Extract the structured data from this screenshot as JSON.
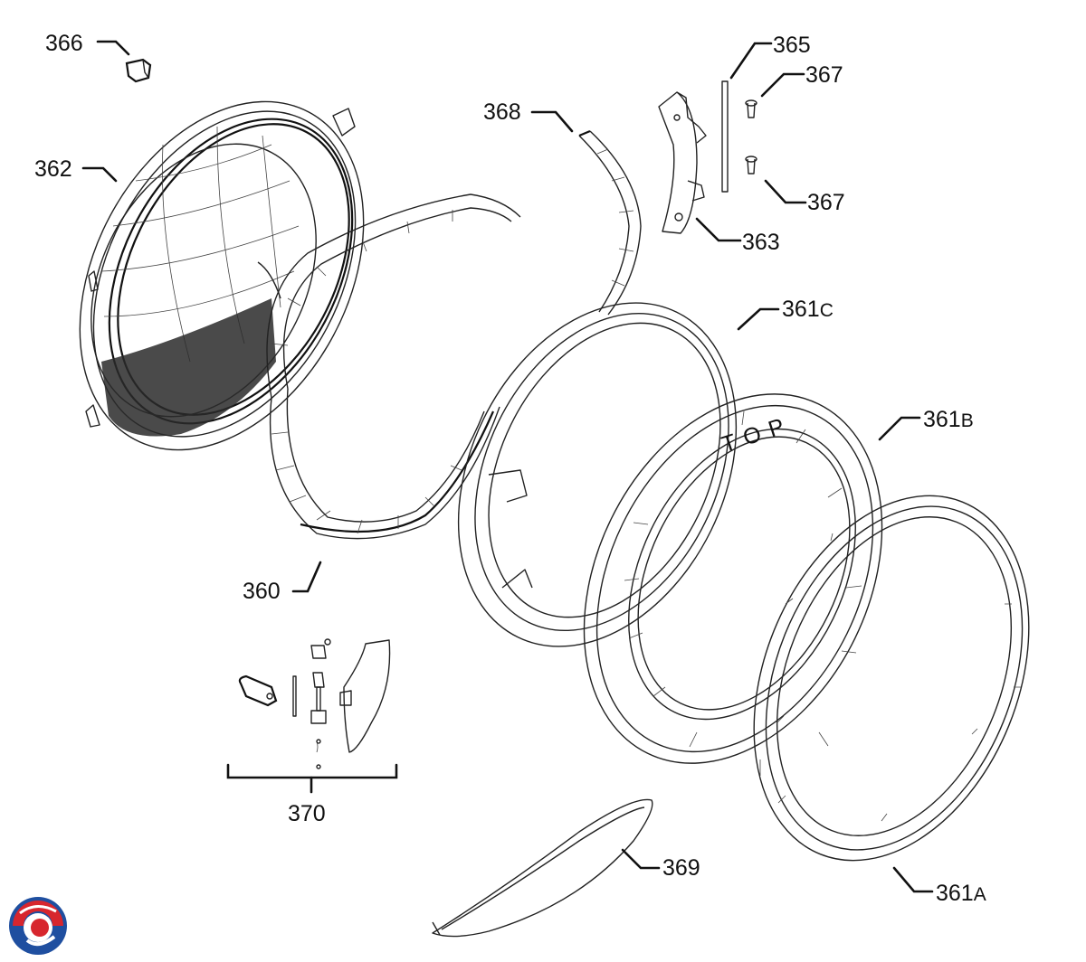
{
  "callouts": {
    "c360": "360",
    "c361a_num": "361",
    "c361a_suffix": "A",
    "c361b_num": "361",
    "c361b_suffix": "B",
    "c361c_num": "361",
    "c361c_suffix": "C",
    "c362": "362",
    "c363": "363",
    "c365": "365",
    "c366": "366",
    "c367_top": "367",
    "c367_bottom": "367",
    "c368": "368",
    "c369": "369",
    "c370": "370"
  },
  "ring_b_marking": "TOP",
  "logo": {
    "icon": "brand-swirl-logo",
    "colors": [
      "#1f4fa0",
      "#d7262e"
    ]
  }
}
